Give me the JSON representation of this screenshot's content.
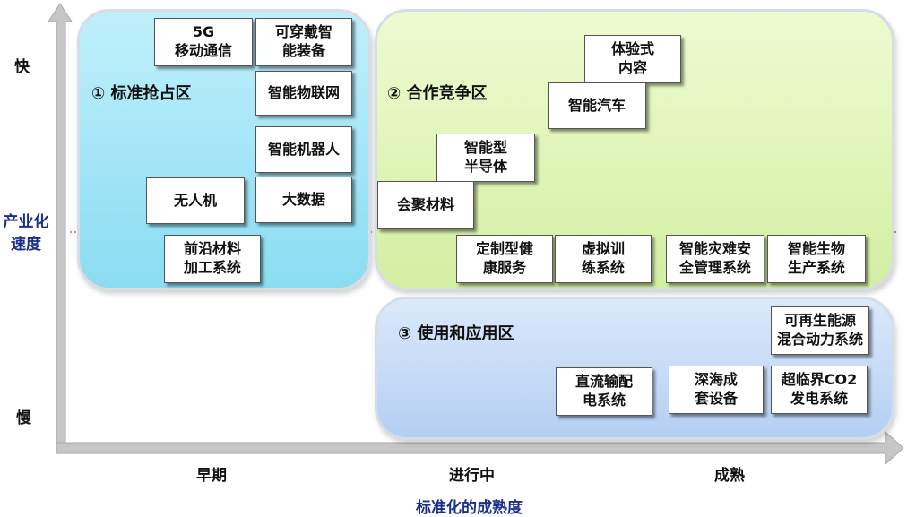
{
  "y_axis": {
    "title_line1": "产业化",
    "title_line2": "速度",
    "top_label": "快",
    "bottom_label": "慢"
  },
  "x_axis": {
    "title": "标准化的成熟度",
    "labels": [
      "早期",
      "进行中",
      "成熟"
    ]
  },
  "zones": [
    {
      "title": "① 标准抢占区"
    },
    {
      "title": "② 合作竞争区"
    },
    {
      "title": "③ 使用和应用区"
    }
  ],
  "boxes": [
    "5G\n移动通信",
    "可穿戴智\n能装备",
    "智能物联网",
    "智能机器人",
    "无人机",
    "大数据",
    "前沿材料\n加工系统",
    "体验式\n内容",
    "智能汽车",
    "智能型\n半导体",
    "会聚材料",
    "定制型健\n康服务",
    "虚拟训\n练系统",
    "智能灾难安\n全管理系统",
    "智能生物\n生产系统",
    "可再生能源\n混合动力系统",
    "直流输配\n电系统",
    "深海成\n套设备",
    "超临界CO2\n发电系统"
  ],
  "colors": {
    "zone1": "#8bdcf2",
    "zone2": "#d3efa2",
    "zone3": "#b4cff3",
    "axis": "#c8c8c8",
    "divider": "#c0504d",
    "title_blue": "#1a2e8a"
  }
}
